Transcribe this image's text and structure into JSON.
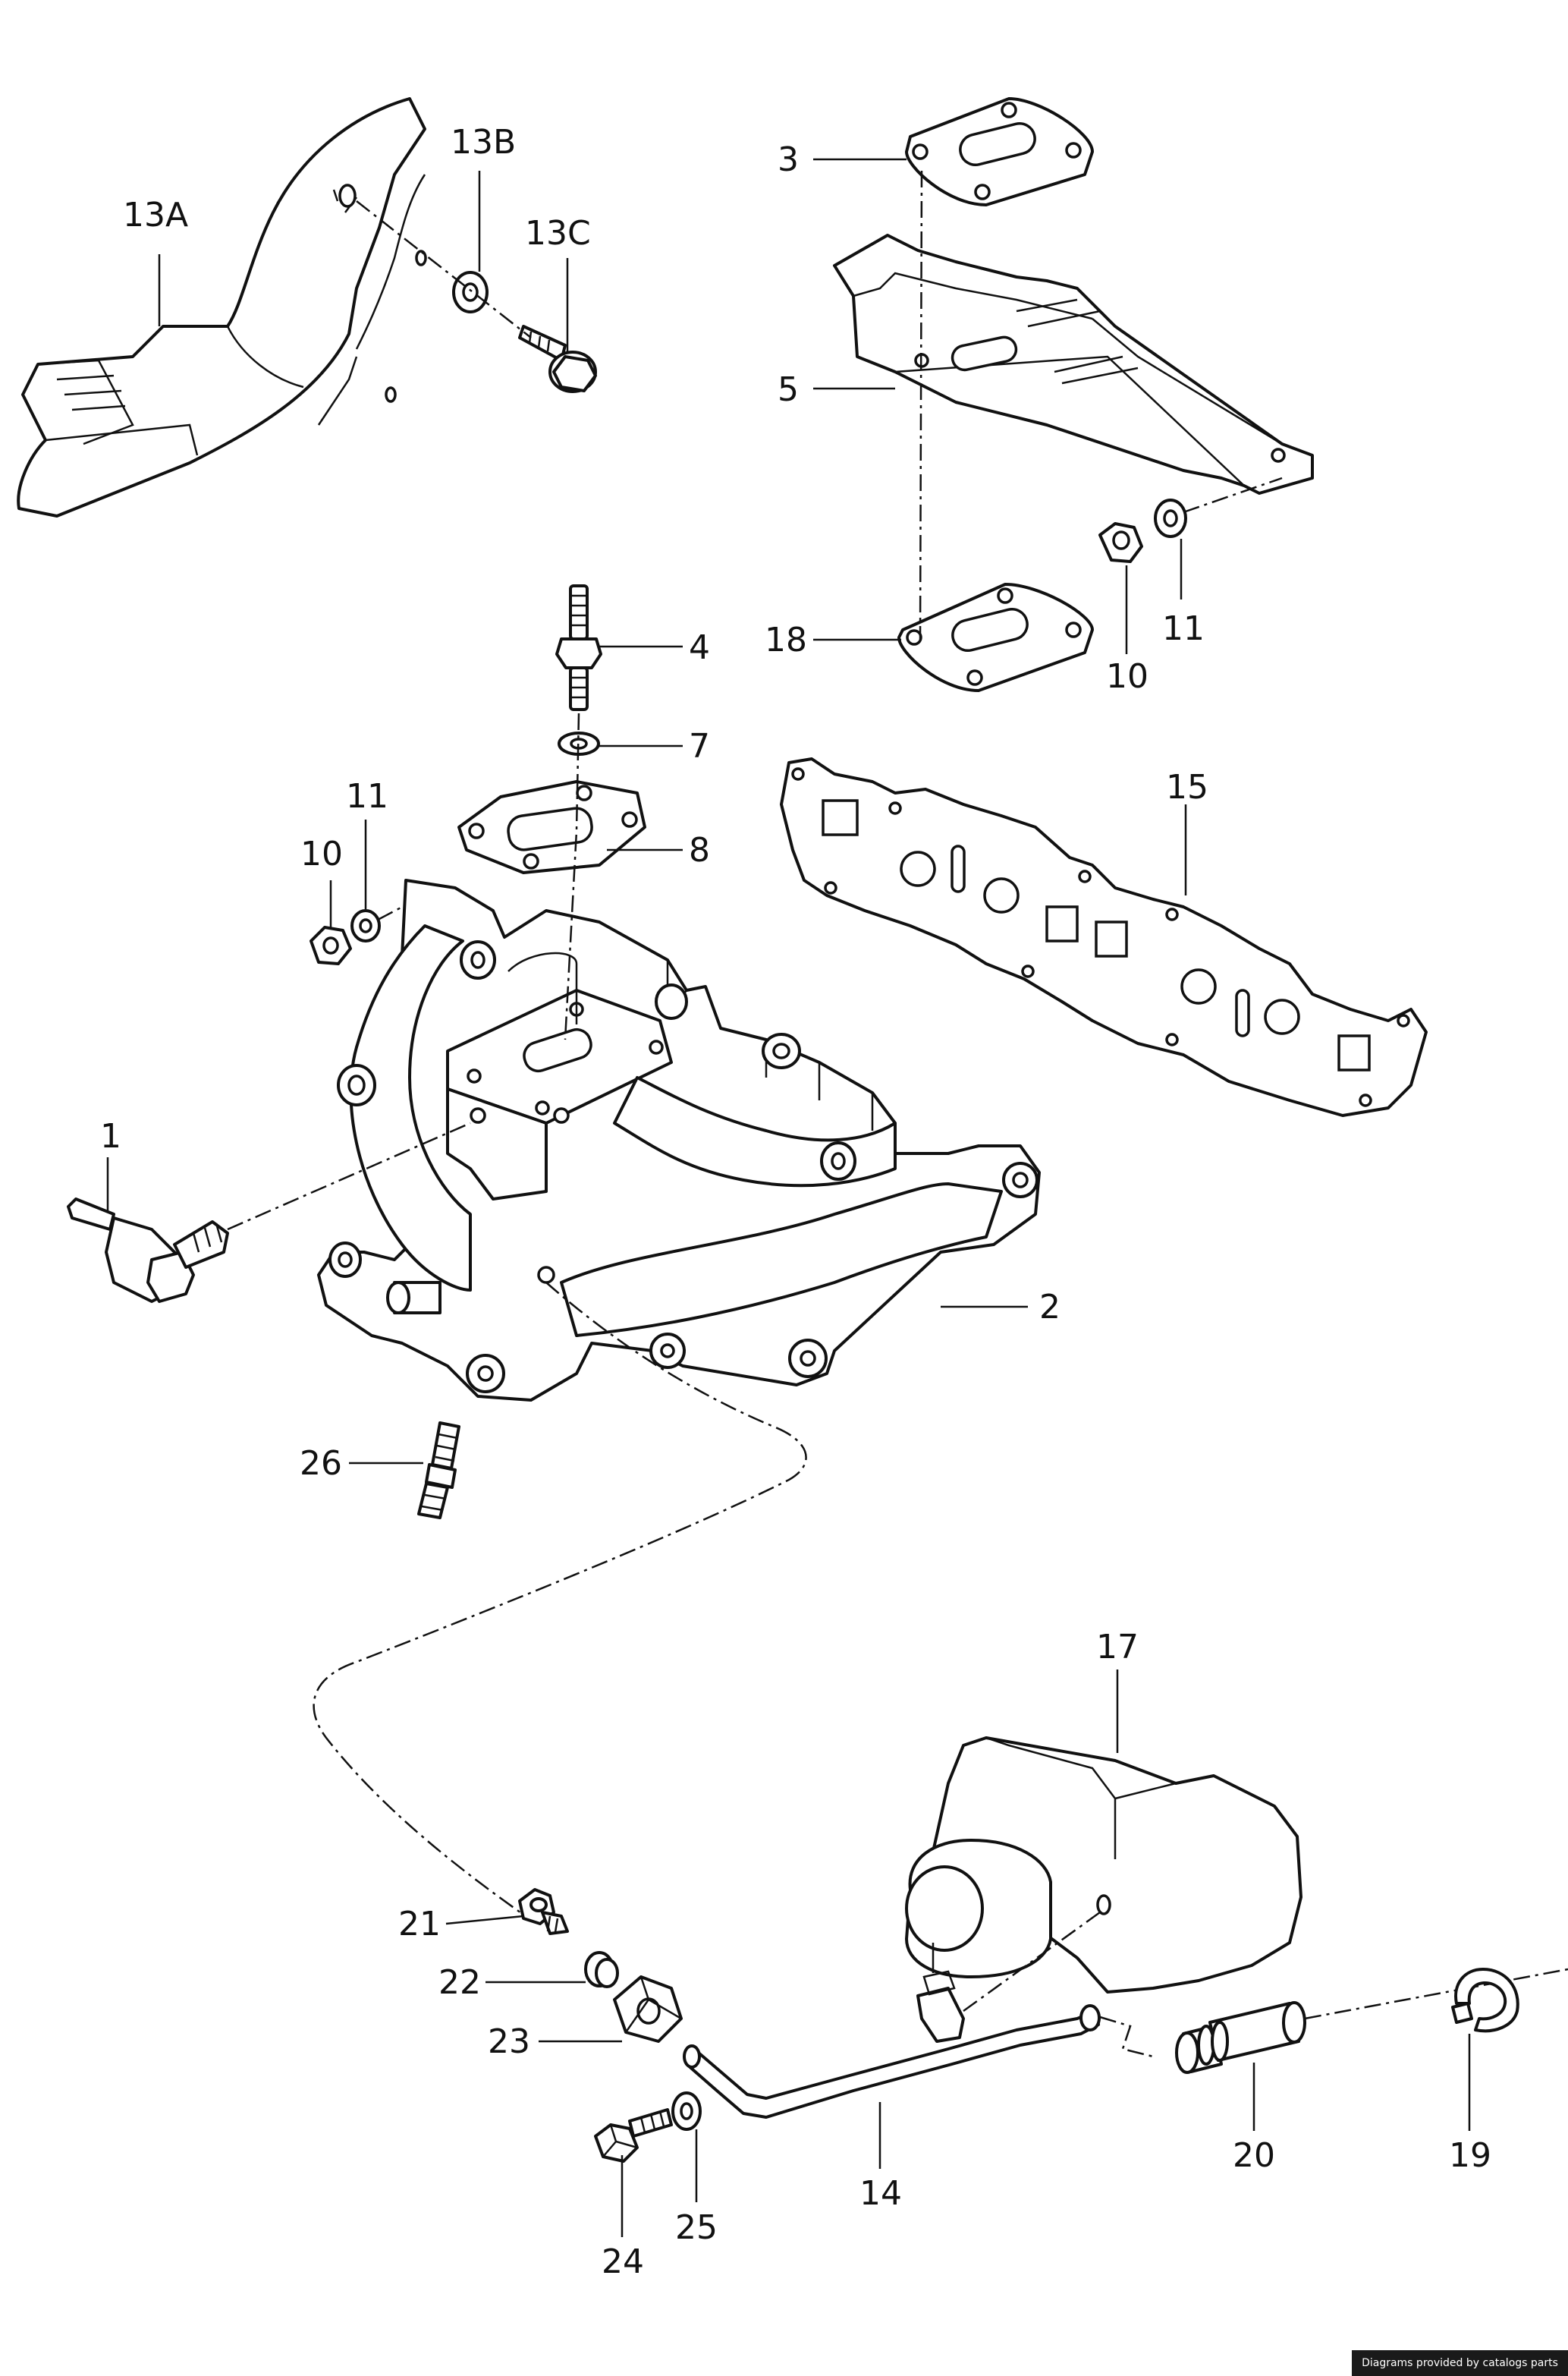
{
  "callouts": {
    "c13a": "13A",
    "c13b": "13B",
    "c13c": "13C",
    "c3": "3",
    "c5": "5",
    "c18": "18",
    "c10a": "10",
    "c11a": "11",
    "c4": "4",
    "c7": "7",
    "c8": "8",
    "c10b": "10",
    "c11b": "11",
    "c15": "15",
    "c1": "1",
    "c2": "2",
    "c26": "26",
    "c17": "17",
    "c21": "21",
    "c22": "22",
    "c23": "23",
    "c14": "14",
    "c20": "20",
    "c19": "19",
    "c24": "24",
    "c25": "25"
  },
  "footer": {
    "credit": "Diagrams provided by catalogs parts"
  },
  "colors": {
    "line": "#111111",
    "background": "#ffffff",
    "footer_bg": "#1a1a1a"
  }
}
